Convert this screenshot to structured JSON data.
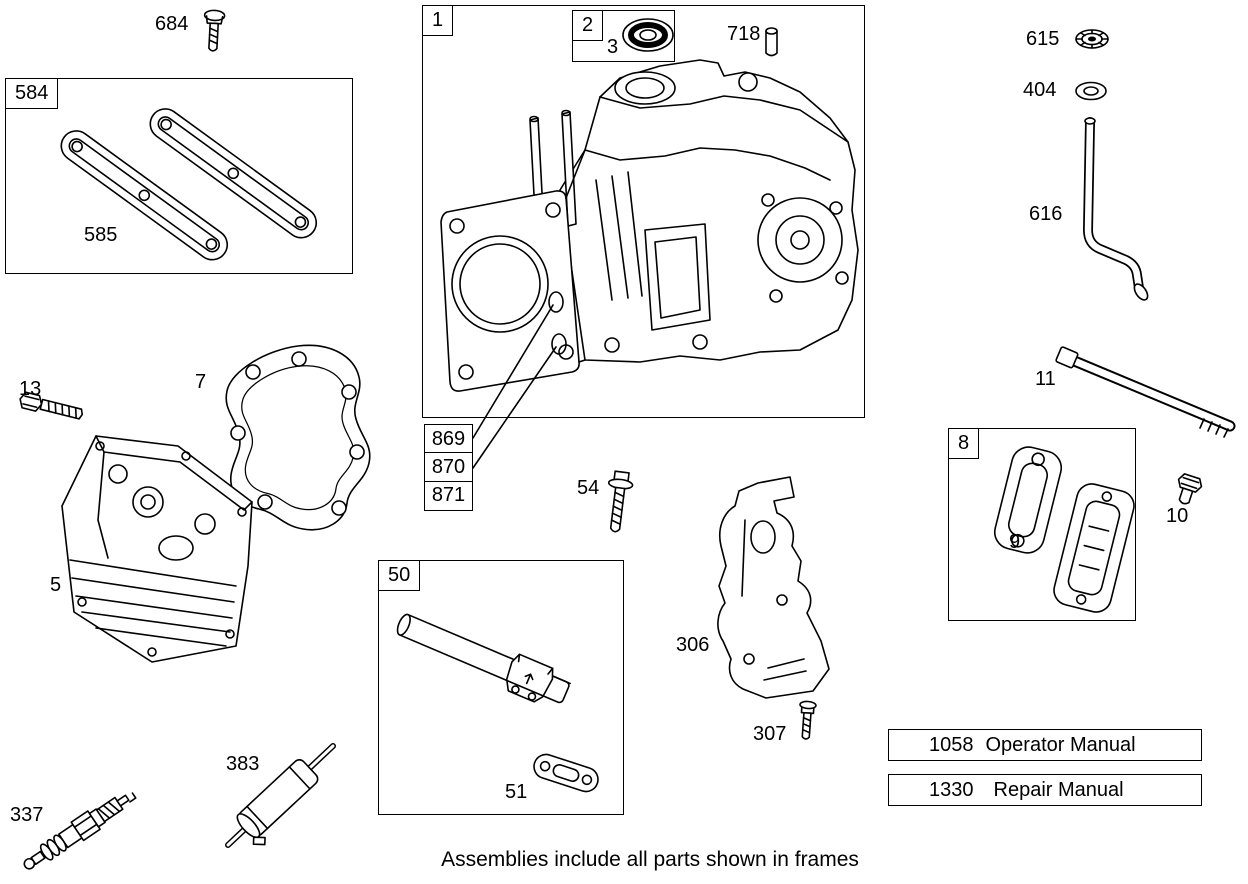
{
  "footer_note": "Assemblies include all parts shown in frames",
  "frames": {
    "main_assembly": "1",
    "seal_sub": "2",
    "muffler_group": "8",
    "oil_tube_group": "50",
    "gasket_group": "584"
  },
  "part_labels": {
    "screw_684": "684",
    "gasket_585": "585",
    "oil_seal_3": "3",
    "pin_718": "718",
    "ratchet_615": "615",
    "washer_404": "404",
    "crank_616": "616",
    "bolt_13": "13",
    "gasket_7": "7",
    "plug_869": "869",
    "plug_870": "870",
    "plug_871": "871",
    "screw_54": "54",
    "pipe_11": "11",
    "exhaust_gasket_9": "9",
    "bolt_10": "10",
    "cylinder_head_5": "5",
    "guard_306": "306",
    "screw_307": "307",
    "spark_plug_337": "337",
    "wrench_383": "383",
    "gasket_51": "51"
  },
  "manuals": [
    {
      "number": "1058",
      "title": "Operator Manual"
    },
    {
      "number": "1330",
      "title": "Repair Manual"
    }
  ]
}
